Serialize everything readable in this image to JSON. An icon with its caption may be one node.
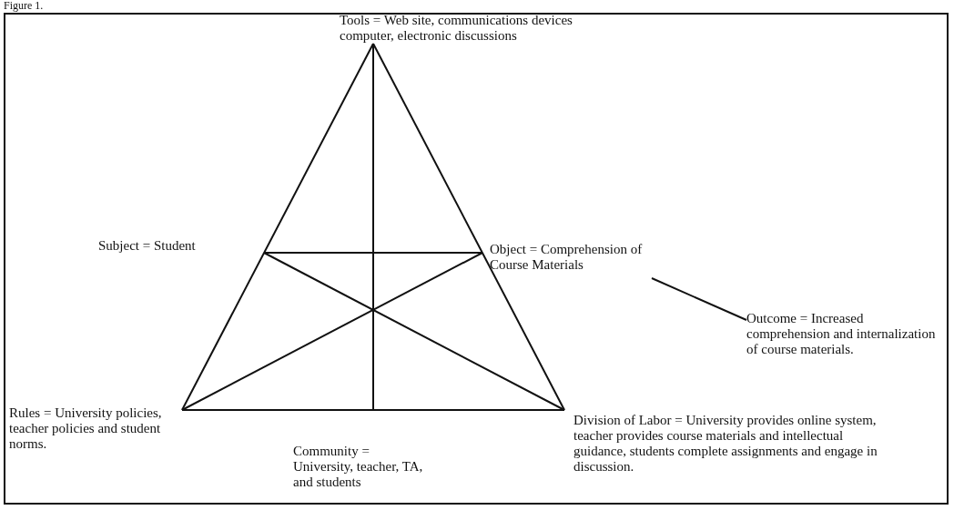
{
  "diagram": {
    "title": "Figure 1.",
    "nodes": [
      {
        "text": [
          "Tools = Web site, communications devices computer, electronic discussions"
        ]
      },
      {
        "text": [
          "Subject = Student"
        ]
      },
      {
        "text": [
          "Object = Comprehension of Course Materials"
        ]
      },
      {
        "text": [
          "Outcome = Increased comprehension and internalization of course materials."
        ]
      },
      {
        "text": [
          "Rules = University policies, teacher policies and student norms."
        ]
      },
      {
        "text": [
          "Community = University, teacher, TA,  and students"
        ]
      },
      {
        "text": [
          "Division of Labor = University provides online system, teacher provides course materials and intellectual guidance, students complete assignments and engage in discussion."
        ]
      }
    ],
    "edges": [
      {
        "from": 0,
        "to": 4,
        "arrow": "none"
      },
      {
        "from": 0,
        "to": 6,
        "arrow": "none"
      },
      {
        "from": 4,
        "to": 6,
        "arrow": "none"
      },
      {
        "from": 1,
        "to": 2,
        "arrow": "none"
      },
      {
        "from": 0,
        "to": 5,
        "arrow": "none"
      },
      {
        "from": 1,
        "to": 6,
        "arrow": "none"
      },
      {
        "from": 2,
        "to": 4,
        "arrow": "none"
      },
      {
        "from": 2,
        "to": 3,
        "arrow": "none"
      }
    ]
  }
}
